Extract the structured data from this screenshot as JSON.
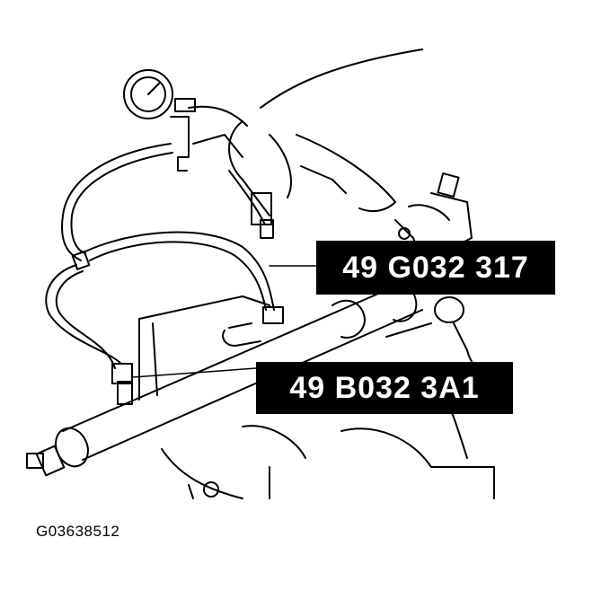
{
  "callouts": [
    {
      "label": "49 G032 317"
    },
    {
      "label": "49 B032 3A1"
    }
  ],
  "figure_id": "G03638512",
  "colors": {
    "line": "#000000",
    "background": "#ffffff",
    "callout_bg": "#000000",
    "callout_text": "#ffffff"
  },
  "icons": [
    "pressure-gauge-icon"
  ]
}
